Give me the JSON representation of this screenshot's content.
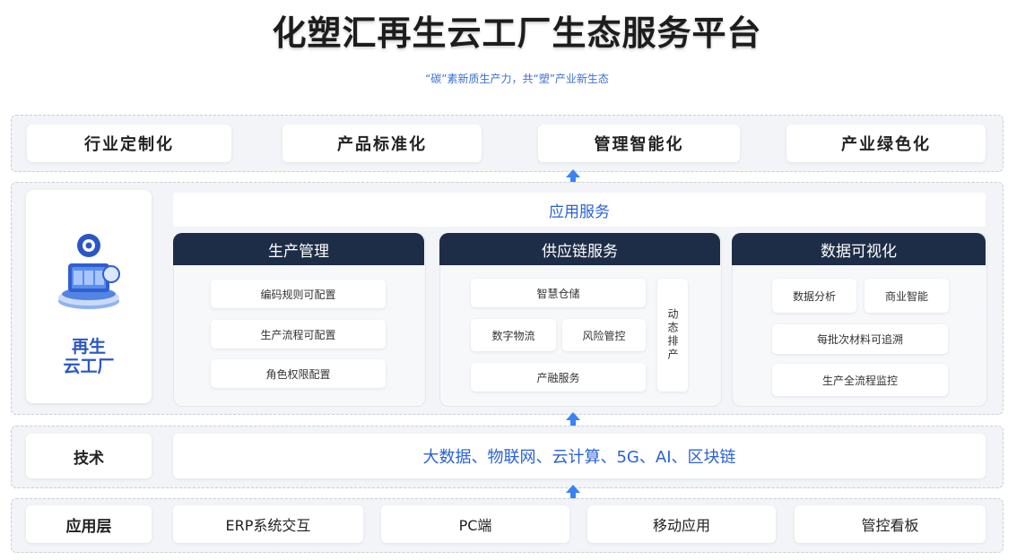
{
  "title": "化塑汇再生云工厂生态服务平台",
  "subtitle": "“碳”素新质生产力，共“塑”产业新生态",
  "top_row": [
    "行业定制化",
    "产品标准化",
    "管理智能化",
    "产业绿色化"
  ],
  "brand": {
    "line1": "再生",
    "line2": "云工厂",
    "icon": "cloud-factory-icon"
  },
  "services": {
    "bar_label": "应用服务",
    "production": {
      "title": "生产管理",
      "items": [
        "编码规则可配置",
        "生产流程可配置",
        "角色权限配置"
      ]
    },
    "supply_chain": {
      "title": "供应链服务",
      "items": [
        "智慧仓储",
        "数字物流",
        "风险管控",
        "产融服务"
      ],
      "vertical": "动态排产"
    },
    "data_viz": {
      "title": "数据可视化",
      "items": [
        "数据分析",
        "商业智能",
        "每批次材料可追溯",
        "生产全流程监控"
      ]
    }
  },
  "tech": {
    "label": "技术",
    "value": "大数据、物联网、云计算、5G、AI、区块链"
  },
  "app_layer": {
    "label": "应用层",
    "items": [
      "ERP系统交互",
      "PC端",
      "移动应用",
      "管控看板"
    ]
  },
  "colors": {
    "accent": "#2a62d6",
    "header_dark": "#1e2d47",
    "arrow": "#3b82f6"
  }
}
